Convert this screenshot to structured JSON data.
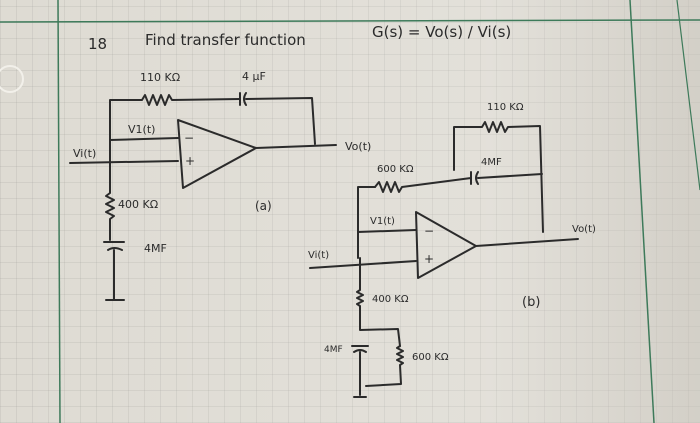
{
  "problem": {
    "number": "18",
    "prompt": "Find transfer function",
    "formula": "G(s) = Vo(s) / Vi(s)"
  },
  "circuit_a": {
    "label": "(a)",
    "feedback_resistor": "110 KΩ",
    "feedback_capacitor": "4 μF",
    "node_inverting": "V1(t)",
    "input": "Vi(t)",
    "output": "Vo(t)",
    "ground_resistor": "400 KΩ",
    "ground_capacitor": "4MF",
    "minus": "−",
    "plus": "+"
  },
  "circuit_b": {
    "label": "(b)",
    "feedback_resistor": "110 KΩ",
    "feedback_capacitor": "4MF",
    "series_resistor": "600 KΩ",
    "node_inverting": "V1(t)",
    "input": "Vi(t)",
    "output": "Vo(t)",
    "ground_resistor_top": "400 KΩ",
    "ground_capacitor": "4MF",
    "ground_resistor_parallel": "600 KΩ",
    "minus": "−",
    "plus": "+"
  },
  "colors": {
    "ink": "#2b2b2b",
    "margin_line": "#3d7a5a",
    "paper": "#dedbd3"
  }
}
